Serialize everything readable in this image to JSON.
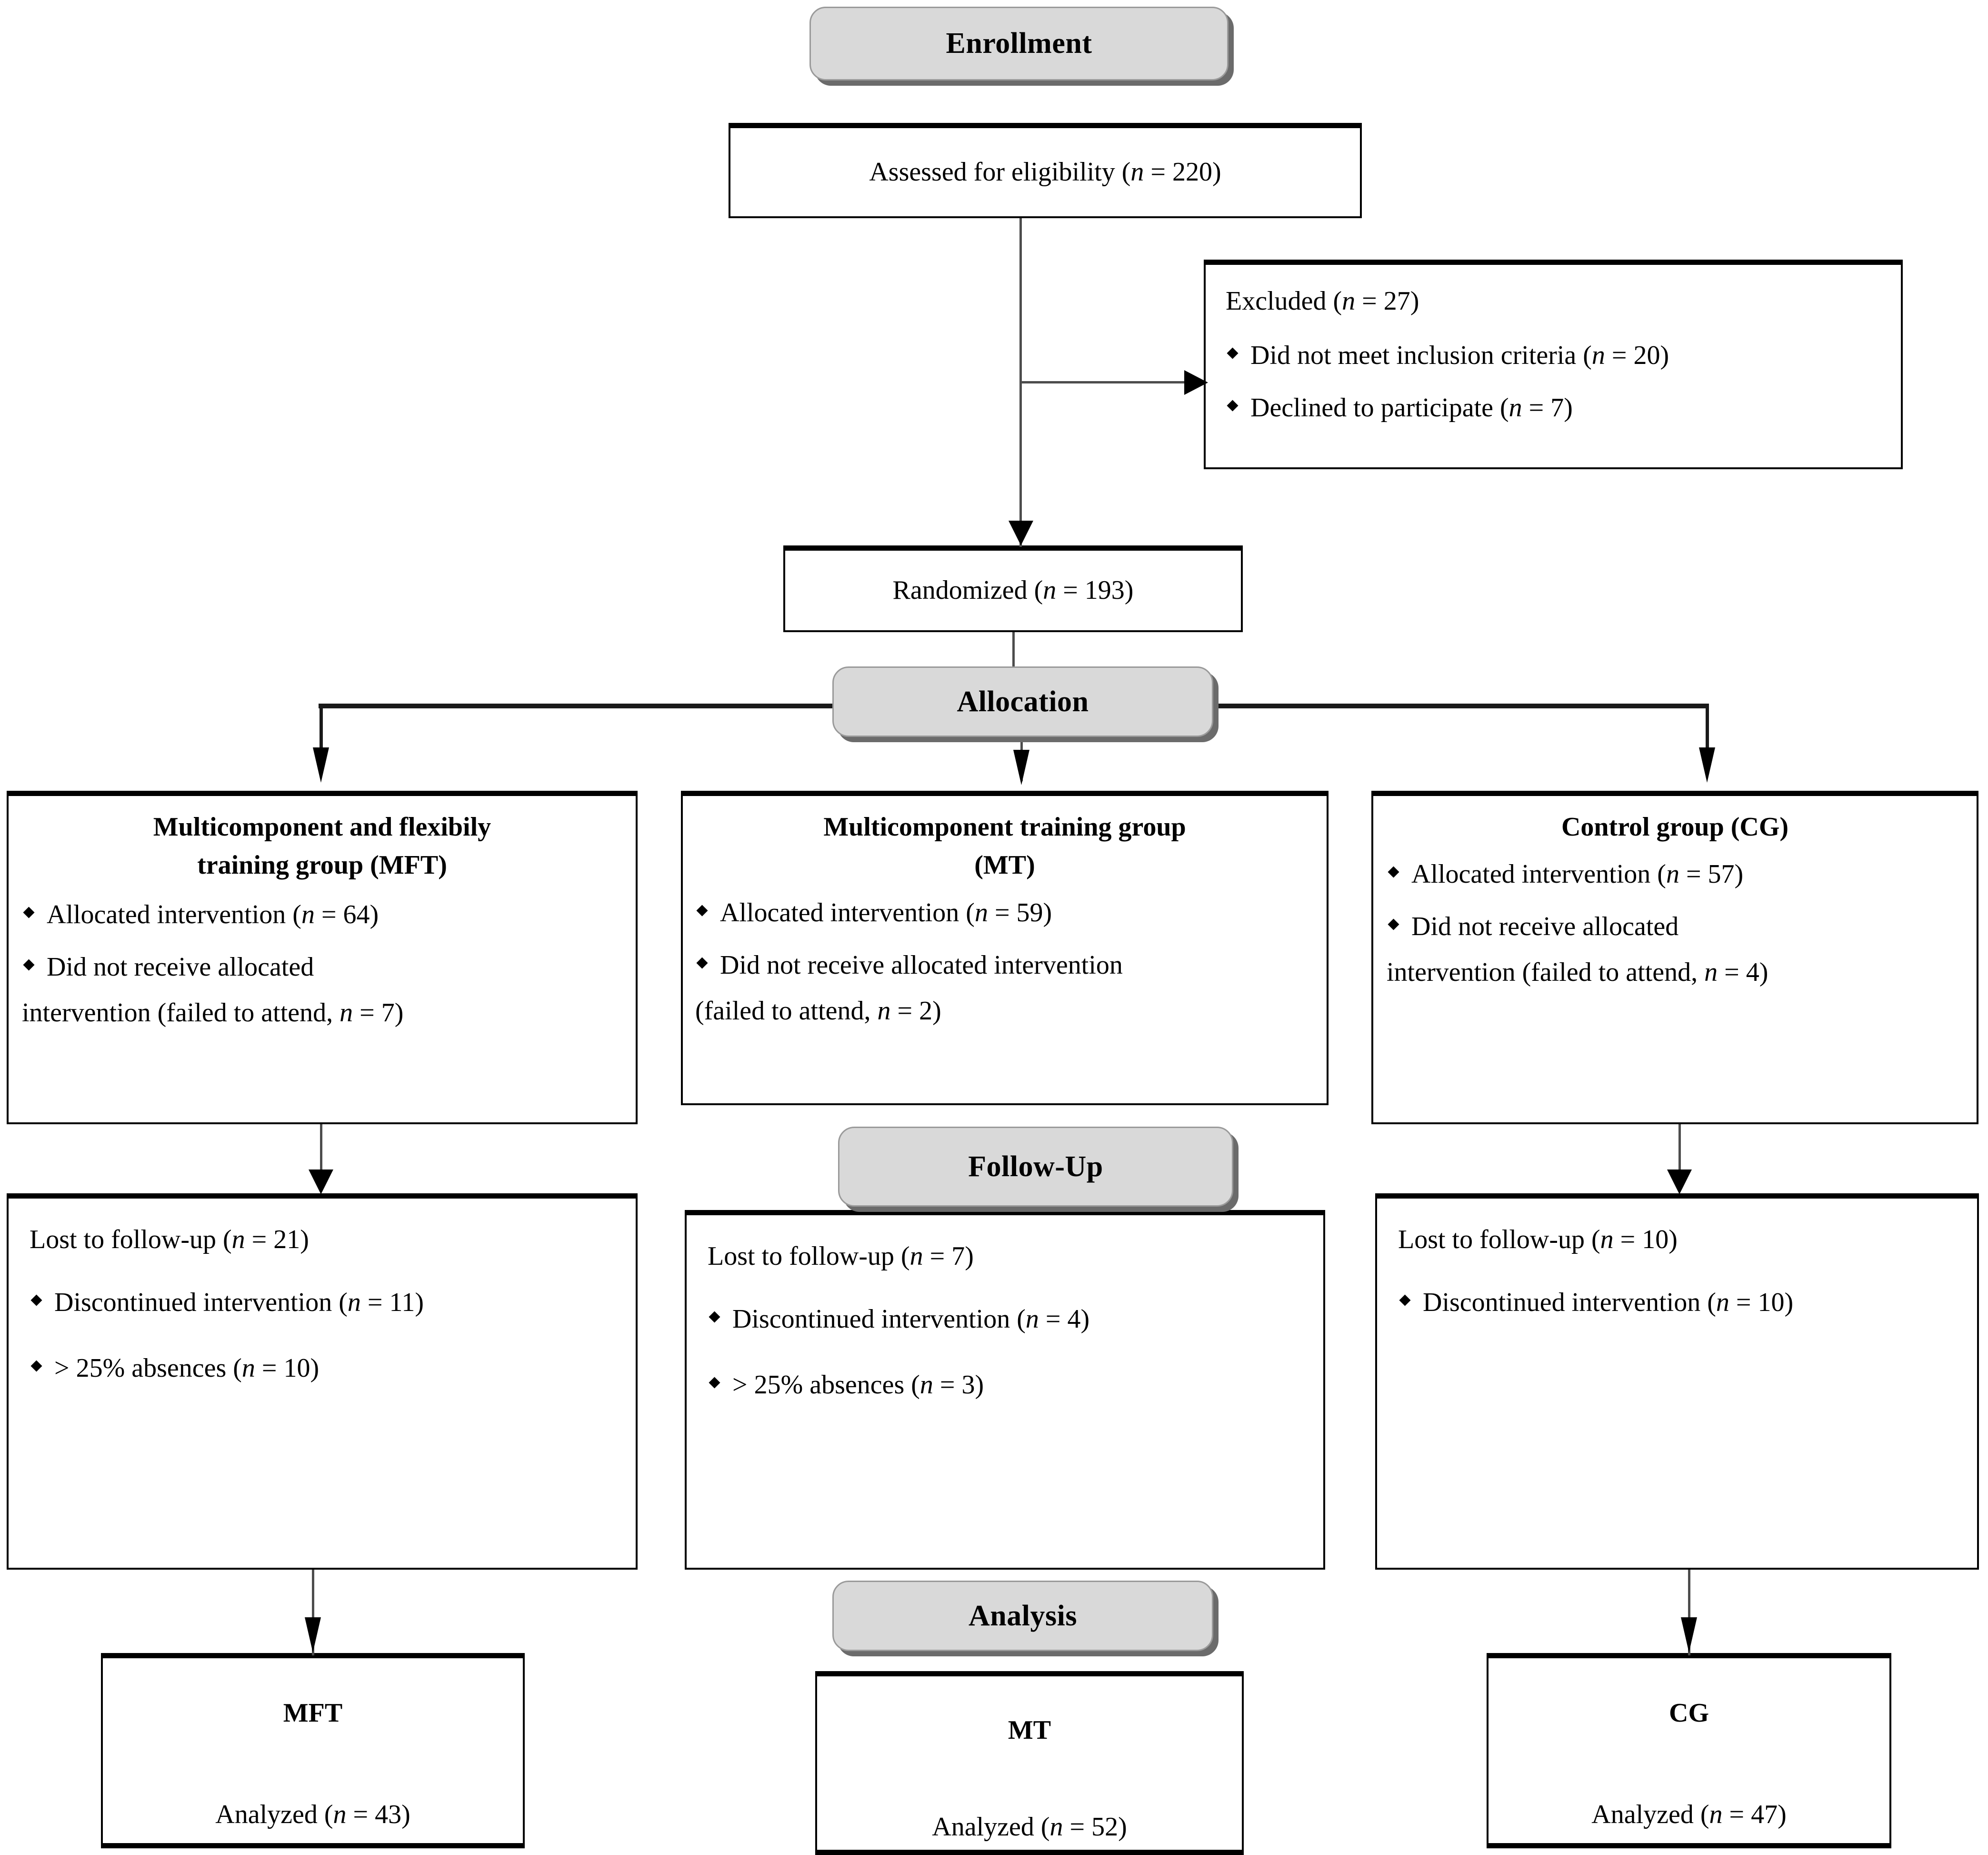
{
  "stages": {
    "enrollment": "Enrollment",
    "allocation": "Allocation",
    "followup": "Follow-Up",
    "analysis": "Analysis"
  },
  "enrollment": {
    "assessed": {
      "label": "Assessed for eligibility (",
      "n_italic": "n",
      "eq": " = 220)"
    },
    "assessed_full": "Assessed for eligibility (n = 220)",
    "excluded": {
      "heading_pre": "Excluded (",
      "heading_post": " = 27)",
      "heading_full": "Excluded (n = 27)",
      "items": [
        "Did not meet inclusion criteria (n = 20)",
        "Declined to participate (n = 7)"
      ],
      "items_parts": [
        {
          "pre": "Did not meet inclusion criteria (",
          "post": " = 20)"
        },
        {
          "pre": "Declined to participate (",
          "post": " = 7)"
        }
      ]
    },
    "randomized_full": "Randomized (n = 193)",
    "randomized": {
      "pre": "Randomized (",
      "post": " = 193)"
    }
  },
  "allocation": {
    "groups": [
      {
        "title_line1": "Multicomponent and flexibily",
        "title_line2": "training group (MFT)",
        "bullets": [
          {
            "pre": "Allocated intervention (",
            "post": " = 64)",
            "full": "Allocated intervention (n = 64)"
          },
          {
            "pre": "Did not receive allocated",
            "post": "",
            "full": "Did not receive allocated"
          }
        ],
        "tail_pre": "intervention (failed to attend, ",
        "tail_post": " = 7)",
        "tail_full": "intervention (failed to attend, n = 7)"
      },
      {
        "title_line1": "Multicomponent training group",
        "title_line2": "(MT)",
        "bullets": [
          {
            "pre": "Allocated intervention (",
            "post": " = 59)",
            "full": "Allocated intervention (n = 59)"
          },
          {
            "pre": "Did not receive allocated intervention",
            "post": "",
            "full": "Did not receive allocated intervention"
          }
        ],
        "tail_pre": "(failed to attend, ",
        "tail_post": " = 2)",
        "tail_full": "(failed to attend, n = 2)"
      },
      {
        "title_line1": "Control group (CG)",
        "title_line2": "",
        "bullets": [
          {
            "pre": "Allocated intervention (",
            "post": " = 57)",
            "full": "Allocated intervention (n = 57)"
          },
          {
            "pre": "Did not receive allocated",
            "post": "",
            "full": "Did not receive allocated"
          }
        ],
        "tail_pre": "intervention (failed to attend, ",
        "tail_post": " = 4)",
        "tail_full": "intervention (failed to attend, n = 4)"
      }
    ]
  },
  "followup": {
    "groups": [
      {
        "lead_pre": "Lost to follow-up (",
        "lead_post": " = 21)",
        "lead_full": "Lost to follow-up (n = 21)",
        "bullets": [
          {
            "pre": "Discontinued intervention (",
            "post": " = 11)",
            "full": "Discontinued intervention (n = 11)"
          },
          {
            "pre": "> 25% absences (",
            "post": " = 10)",
            "full": "> 25% absences (n = 10)"
          }
        ]
      },
      {
        "lead_pre": "Lost to follow-up (",
        "lead_post": " = 7)",
        "lead_full": "Lost to follow-up (n = 7)",
        "bullets": [
          {
            "pre": "Discontinued intervention (",
            "post": " = 4)",
            "full": "Discontinued intervention (n = 4)"
          },
          {
            "pre": "> 25% absences (",
            "post": " = 3)",
            "full": "> 25% absences (n = 3)"
          }
        ]
      },
      {
        "lead_pre": "Lost to follow-up (",
        "lead_post": " = 10)",
        "lead_full": "Lost to follow-up (n = 10)",
        "bullets": [
          {
            "pre": "Discontinued intervention (",
            "post": " = 10)",
            "full": "Discontinued intervention (n = 10)"
          }
        ]
      }
    ]
  },
  "analysis": {
    "groups": [
      {
        "title": "MFT",
        "pre": "Analyzed (",
        "post": " = 43)",
        "full": "Analyzed (n = 43)"
      },
      {
        "title": "MT",
        "pre": "Analyzed (",
        "post": " = 52)",
        "full": "Analyzed (n = 52)"
      },
      {
        "title": "CG",
        "pre": "Analyzed (",
        "post": " = 47)",
        "full": "Analyzed (n = 47)"
      }
    ]
  },
  "symbols": {
    "italic_n": "n",
    "bullet": "diamond-bullet"
  },
  "colors": {
    "stage_fill": "#d9d9d9",
    "stage_shadow": "#6b6b6b",
    "line": "#4d4d4d",
    "border": "#000000",
    "background": "#ffffff"
  }
}
